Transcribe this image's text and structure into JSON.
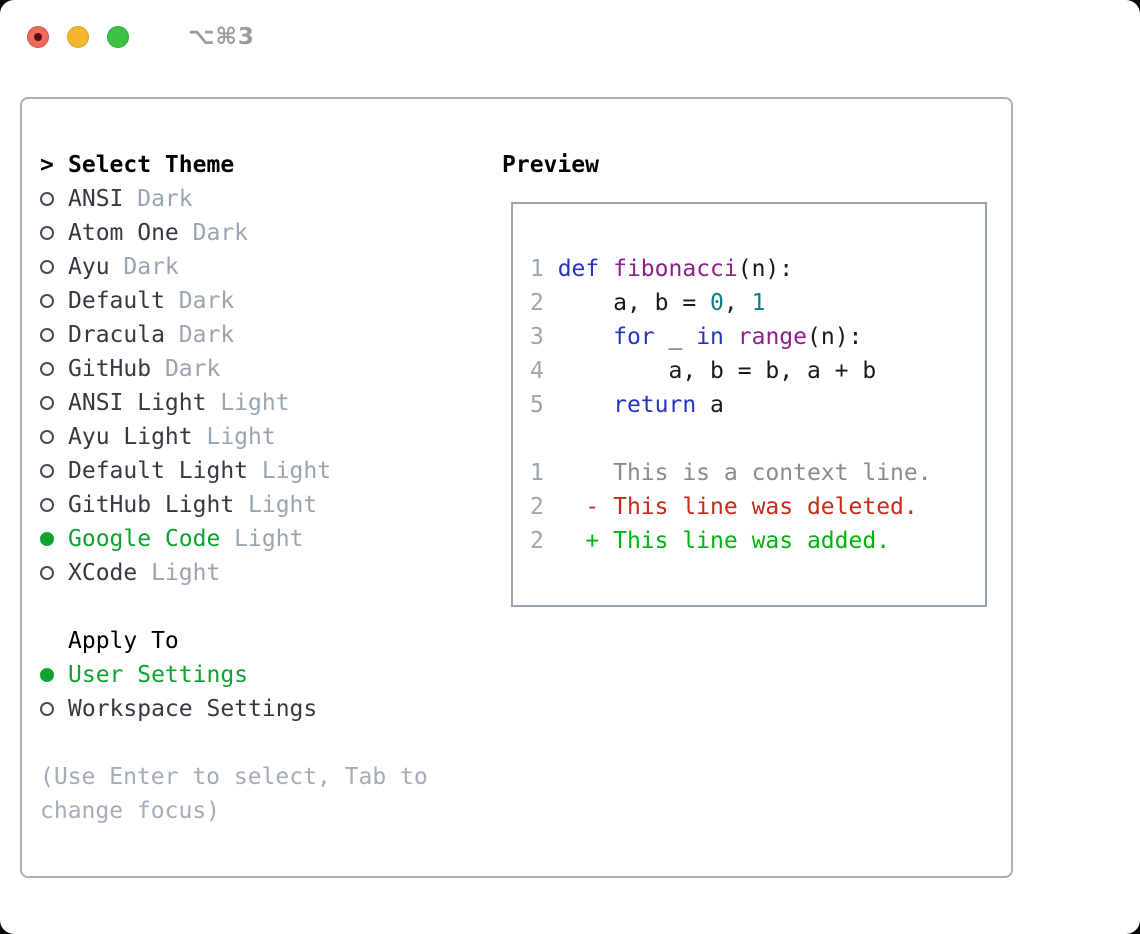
{
  "titlebar": {
    "shortcut": "⌥⌘3",
    "traffic_lights": [
      "close",
      "minimize",
      "zoom"
    ]
  },
  "colors": {
    "selected_green": "#0da32f",
    "diff_added_green": "#00b30f",
    "diff_deleted_red": "#c62a19",
    "keyword_blue": "#2534c1",
    "function_purple": "#8d2089",
    "number_teal": "#0a7e85",
    "muted_gray": "#9aa5b1",
    "hint_gray": "#a4adb6",
    "panel_border": "#a9b2bb"
  },
  "theme_list": {
    "cursor": ">",
    "title": "Select Theme",
    "items": [
      {
        "name": "ANSI",
        "variant": "Dark",
        "selected": false
      },
      {
        "name": "Atom One",
        "variant": "Dark",
        "selected": false
      },
      {
        "name": "Ayu",
        "variant": "Dark",
        "selected": false
      },
      {
        "name": "Default",
        "variant": "Dark",
        "selected": false
      },
      {
        "name": "Dracula",
        "variant": "Dark",
        "selected": false
      },
      {
        "name": "GitHub",
        "variant": "Dark",
        "selected": false
      },
      {
        "name": "ANSI Light",
        "variant": "Light",
        "selected": false
      },
      {
        "name": "Ayu Light",
        "variant": "Light",
        "selected": false
      },
      {
        "name": "Default Light",
        "variant": "Light",
        "selected": false
      },
      {
        "name": "GitHub Light",
        "variant": "Light",
        "selected": false
      },
      {
        "name": "Google Code",
        "variant": "Light",
        "selected": true
      },
      {
        "name": "XCode",
        "variant": "Light",
        "selected": false
      }
    ]
  },
  "apply_to": {
    "title": "Apply To",
    "options": [
      {
        "label": "User Settings",
        "selected": true
      },
      {
        "label": "Workspace Settings",
        "selected": false
      }
    ]
  },
  "hint": {
    "line1": "(Use Enter to select, Tab to",
    "line2": "change focus)"
  },
  "preview": {
    "title": "Preview",
    "code_lines": [
      {
        "num": "1",
        "tokens": [
          {
            "t": "def",
            "c": "kw"
          },
          {
            "t": " ",
            "c": "pl"
          },
          {
            "t": "fibonacci",
            "c": "fn"
          },
          {
            "t": "(n):",
            "c": "pl"
          }
        ]
      },
      {
        "num": "2",
        "tokens": [
          {
            "t": "    a, b = ",
            "c": "pl"
          },
          {
            "t": "0",
            "c": "num"
          },
          {
            "t": ", ",
            "c": "pl"
          },
          {
            "t": "1",
            "c": "num"
          }
        ]
      },
      {
        "num": "3",
        "tokens": [
          {
            "t": "    ",
            "c": "pl"
          },
          {
            "t": "for",
            "c": "kw"
          },
          {
            "t": " _ ",
            "c": "pl"
          },
          {
            "t": "in",
            "c": "kw"
          },
          {
            "t": " ",
            "c": "pl"
          },
          {
            "t": "range",
            "c": "fn"
          },
          {
            "t": "(n):",
            "c": "pl"
          }
        ]
      },
      {
        "num": "4",
        "tokens": [
          {
            "t": "        a, b = b, a + b",
            "c": "pl"
          }
        ]
      },
      {
        "num": "5",
        "tokens": [
          {
            "t": "    ",
            "c": "pl"
          },
          {
            "t": "return",
            "c": "kw"
          },
          {
            "t": " a",
            "c": "pl"
          }
        ]
      }
    ],
    "diff_lines": [
      {
        "num": "1",
        "text": "    This is a context line.",
        "kind": "ctx"
      },
      {
        "num": "2",
        "text": "  - This line was deleted.",
        "kind": "del"
      },
      {
        "num": "2",
        "text": "  + This line was added.",
        "kind": "add"
      }
    ]
  }
}
